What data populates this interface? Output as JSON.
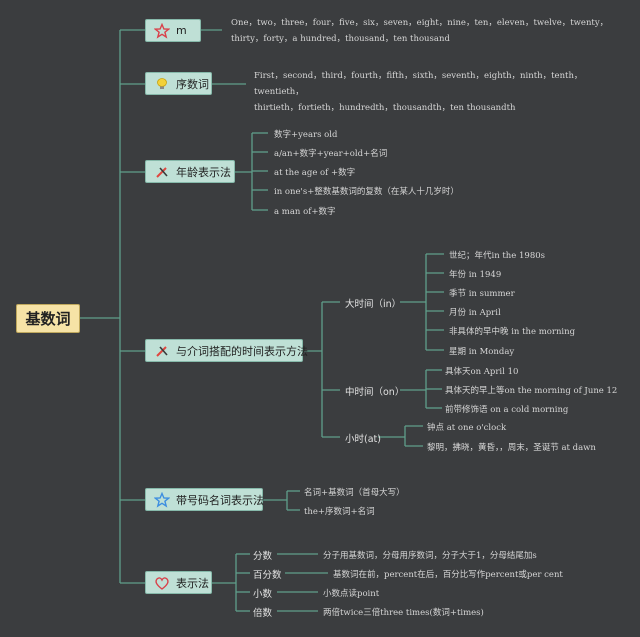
{
  "root": {
    "label": "基数词"
  },
  "branches": [
    {
      "label": "m",
      "icon": "star-icon",
      "lines": [
        "One，two，three，four，five，six，seven，eight，nine，ten，eleven，twelve，twenty，",
        "thirty，forty，a hundred，thousand，ten thousand"
      ]
    },
    {
      "label": "序数词",
      "icon": "light-bulb-icon",
      "lines": [
        "First，second，third，fourth，fifth，sixth，seventh，eighth，ninth，tenth，twentieth，",
        "thirtieth，fortieth，hundredth，thousandth，ten thousandth"
      ]
    },
    {
      "label": "年龄表示法",
      "icon": "tools-icon",
      "leaves": [
        "数字+years old",
        "a/an+数字+year+old+名词",
        "at the age of +数字",
        "in one's+整数基数词的复数（在某人十几岁时）",
        "a man of+数字"
      ]
    },
    {
      "label": "与介词搭配的时间表示方法",
      "icon": "tools-icon",
      "groups": [
        {
          "label": "大时间（in）",
          "leaves": [
            "世纪；年代in the 1980s",
            "年份 in 1949",
            "季节 in summer",
            "月份 in April",
            "非具体的早中晚 in the morning",
            "星期 in Monday"
          ]
        },
        {
          "label": "中时间（on）",
          "leaves": [
            "具体天on April 10",
            "具体天的早上等on the morning of June 12",
            "前带修饰语 on a cold morning"
          ]
        },
        {
          "label": "小时(at)",
          "leaves": [
            "钟点 at one o'clock",
            "黎明，拂晓，黄昏，，周末，圣诞节 at dawn"
          ]
        }
      ]
    },
    {
      "label": "带号码名词表示法",
      "icon": "star-icon",
      "leaves": [
        "名词+基数词（首母大写）",
        "the+序数词+名词"
      ]
    },
    {
      "label": "表示法",
      "icon": "heart-icon",
      "rows": [
        {
          "label": "分数",
          "text": "分子用基数词，分母用序数词，分子大于1，分母结尾加s"
        },
        {
          "label": "百分数",
          "text": "基数词在前，percent在后，百分比写作percent或per cent"
        },
        {
          "label": "小数",
          "text": "小数点读point"
        },
        {
          "label": "倍数",
          "text": "两倍twice三倍three times(数词+times)"
        }
      ]
    }
  ]
}
